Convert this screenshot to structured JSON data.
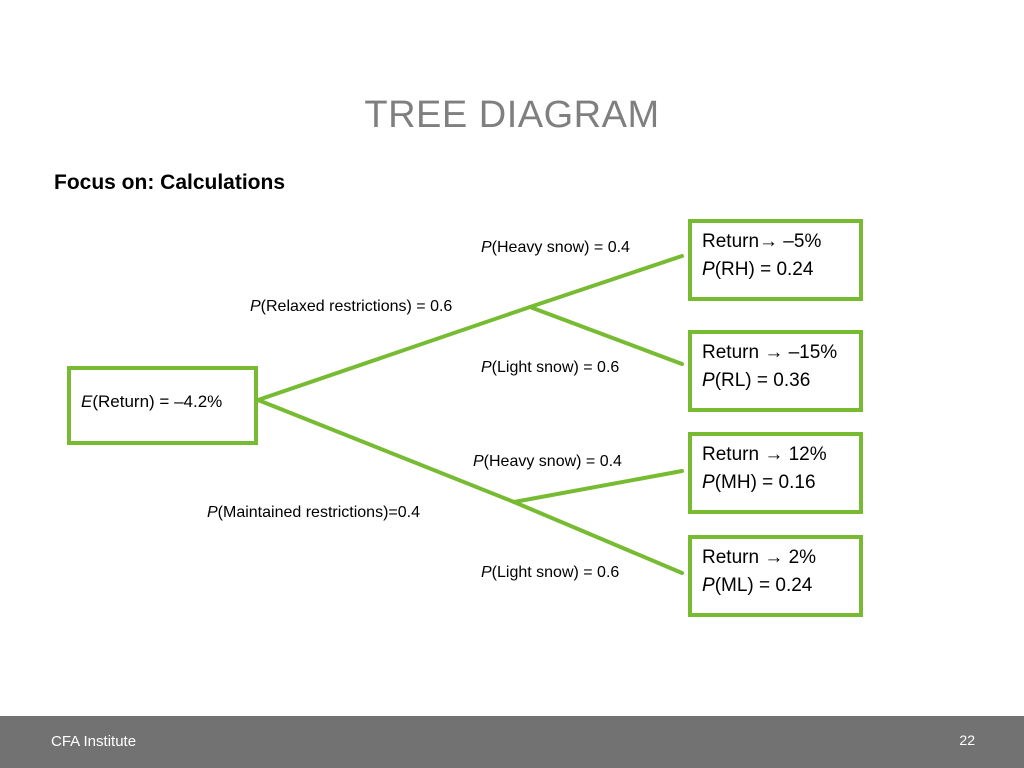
{
  "slide": {
    "title": "TREE DIAGRAM",
    "subtitle": "Focus on: Calculations"
  },
  "root": {
    "var": "E",
    "rest": "(Return) = –4.2%"
  },
  "branches": {
    "relaxed": {
      "var": "P",
      "rest": "(Relaxed restrictions) = 0.6"
    },
    "maintained": {
      "var": "P",
      "rest": "(Maintained restrictions)=0.4"
    },
    "relaxed_heavy": {
      "var": "P",
      "rest": "(Heavy snow) = 0.4"
    },
    "relaxed_light": {
      "var": "P",
      "rest": "(Light snow) = 0.6"
    },
    "maintained_heavy": {
      "var": "P",
      "rest": "(Heavy snow) = 0.4"
    },
    "maintained_light": {
      "var": "P",
      "rest": "(Light snow) = 0.6"
    }
  },
  "outcomes": [
    {
      "return_label": "Return",
      "arrow": "→",
      "return_value": " –5%",
      "prob_var": "P",
      "prob_rest": "(RH) = 0.24"
    },
    {
      "return_label": "Return ",
      "arrow": "→",
      "return_value": " –15%",
      "prob_var": "P",
      "prob_rest": "(RL) = 0.36"
    },
    {
      "return_label": "Return ",
      "arrow": "→",
      "return_value": " 12%",
      "prob_var": "P",
      "prob_rest": "(MH) = 0.16"
    },
    {
      "return_label": "Return ",
      "arrow": "→",
      "return_value": " 2%",
      "prob_var": "P",
      "prob_rest": "(ML) = 0.24"
    }
  ],
  "footer": {
    "brand": "CFA Institute",
    "page_number": "22"
  },
  "colors": {
    "accent_green": "#77bb32",
    "title_gray": "#7f7f7f",
    "footer_gray": "#727272"
  }
}
